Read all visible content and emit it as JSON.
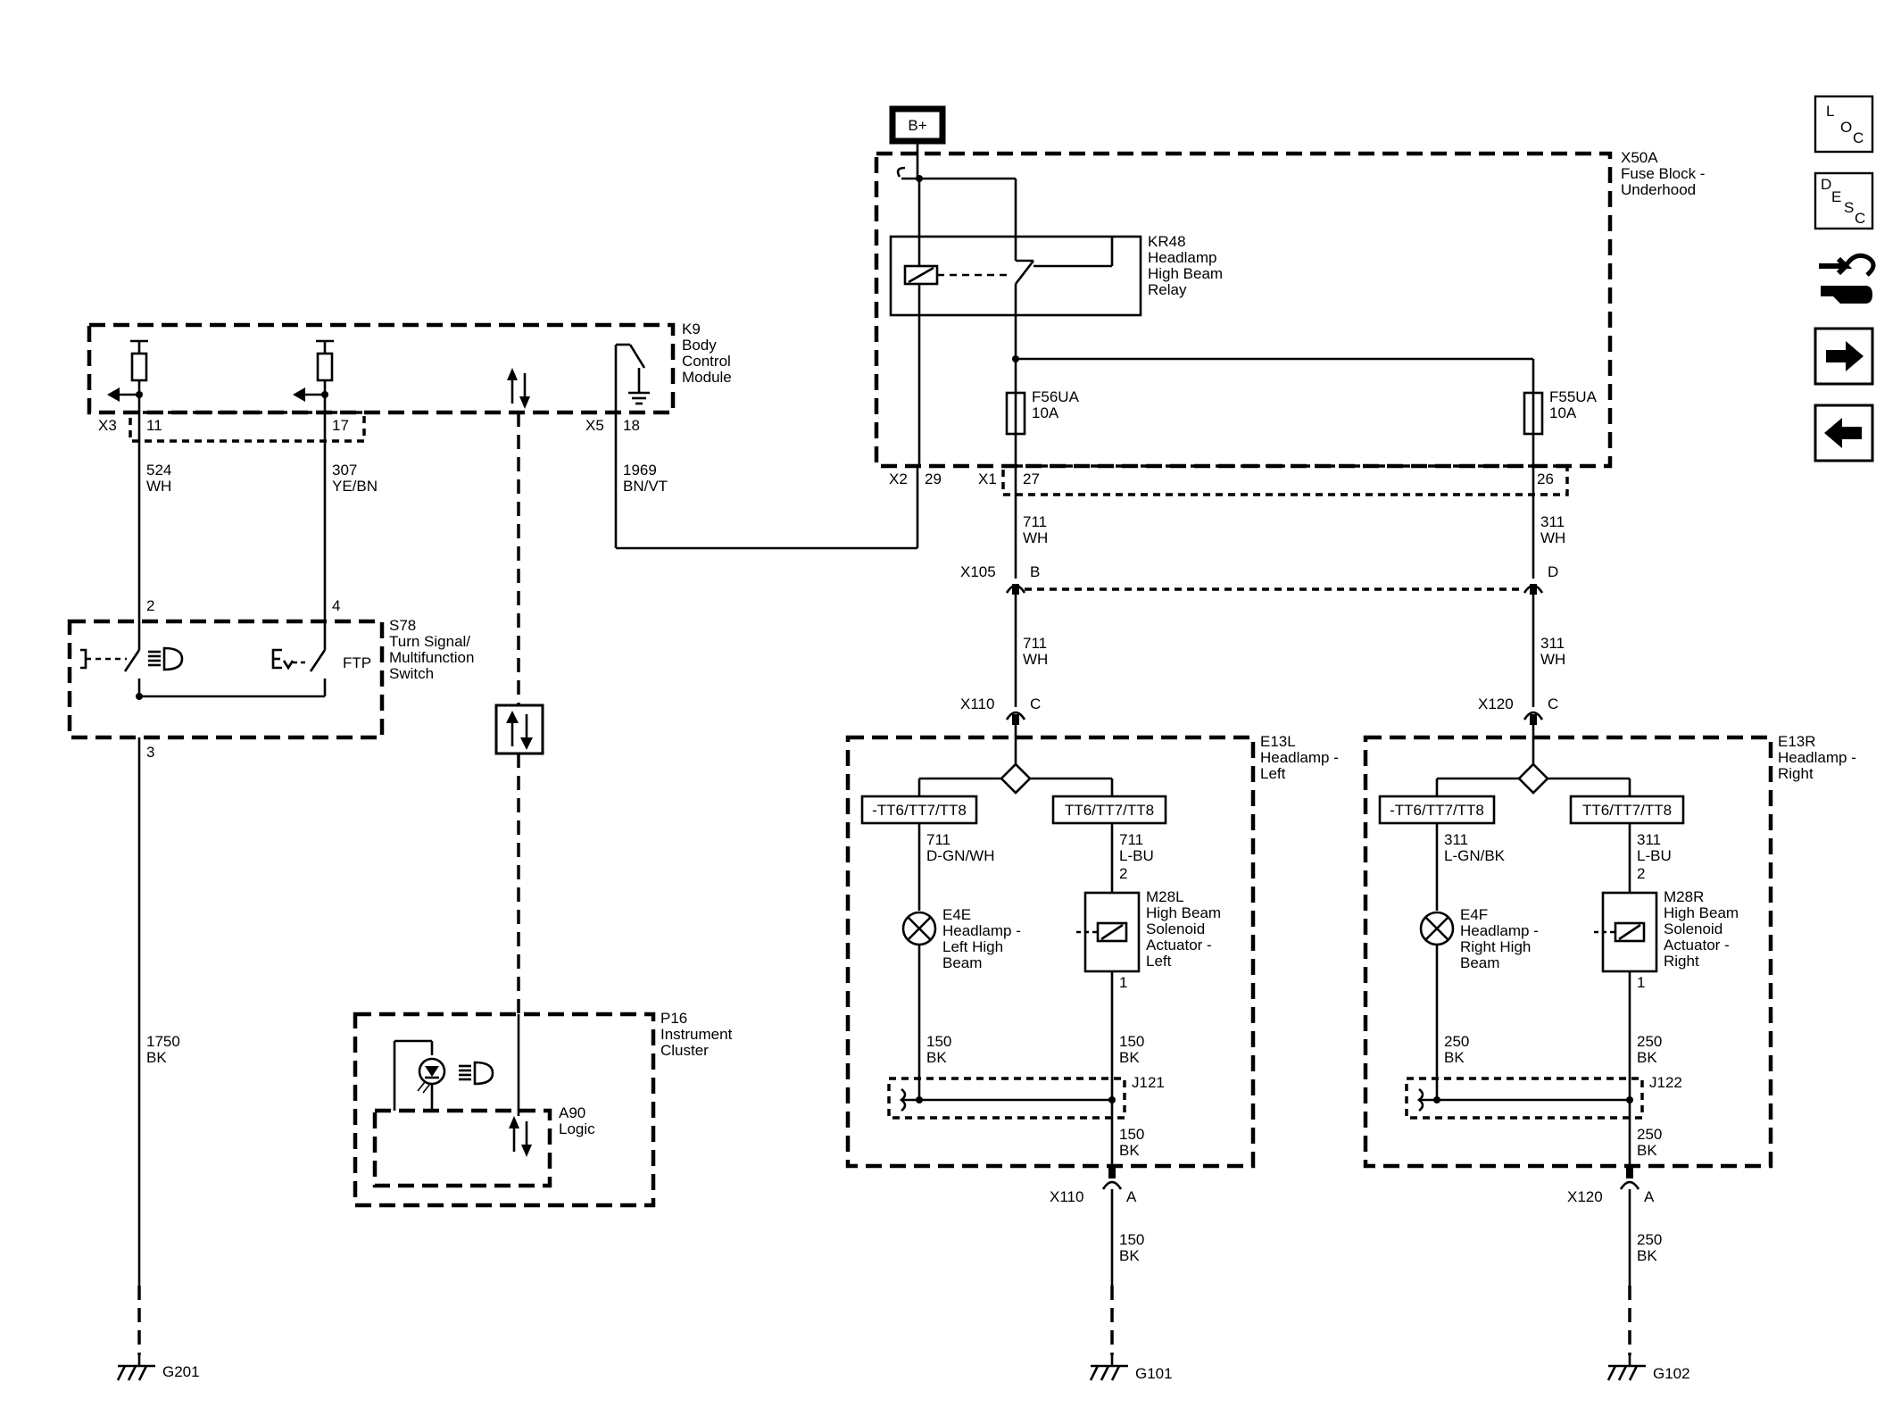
{
  "power": {
    "bplus": "B+"
  },
  "fuse_block": {
    "ref": "X50A",
    "l1": "Fuse Block -",
    "l2": "Underhood",
    "c_x2": "X2",
    "p29": "29",
    "c_x1": "X1",
    "p27": "27",
    "p26": "26"
  },
  "relay": {
    "ref": "KR48",
    "l1": "Headlamp",
    "l2": "High Beam",
    "l3": "Relay"
  },
  "fuses": [
    {
      "ref": "F56UA",
      "amp": "10A"
    },
    {
      "ref": "F55UA",
      "amp": "10A"
    }
  ],
  "bcm": {
    "ref": "K9",
    "l1": "Body",
    "l2": "Control",
    "l3": "Module",
    "c_x3": "X3",
    "p11": "11",
    "p17": "17",
    "c_x5": "X5",
    "p18": "18"
  },
  "wires": {
    "w524": "524",
    "c524": "WH",
    "w307": "307",
    "c307": "YE/BN",
    "w1969": "1969",
    "c1969": "BN/VT",
    "w711a": "711",
    "c711a": "WH",
    "w711b": "711",
    "c711b": "WH",
    "w311a": "311",
    "c311a": "WH",
    "w311b": "311",
    "c311b": "WH",
    "w1750": "1750",
    "c1750": "BK",
    "w711c": "711",
    "c711c": "D-GN/WH",
    "w711d": "711",
    "c711d": "L-BU",
    "w311c": "311",
    "c311c": "L-GN/BK",
    "w311d": "311",
    "c311d": "L-BU",
    "w150a": "150",
    "c150a": "BK",
    "w150b": "150",
    "c150b": "BK",
    "w150c": "150",
    "c150c": "BK",
    "w150d": "150",
    "c150d": "BK",
    "w250a": "250",
    "c250a": "BK",
    "w250b": "250",
    "c250b": "BK",
    "w250c": "250",
    "c250c": "BK",
    "w250d": "250",
    "c250d": "BK"
  },
  "connectors": {
    "x105": "X105",
    "x105b": "B",
    "x105d": "D",
    "x110": "X110",
    "x110c": "C",
    "x120": "X120",
    "x120c": "C",
    "x110b": "X110",
    "x110a": "A",
    "x120b": "X120",
    "x120a": "A"
  },
  "switch": {
    "ref": "S78",
    "l1": "Turn Signal/",
    "l2": "Multifunction",
    "l3": "Switch",
    "p2": "2",
    "p4": "4",
    "p3": "3",
    "ftp": "FTP"
  },
  "cluster": {
    "ref": "P16",
    "l1": "Instrument",
    "l2": "Cluster",
    "logic_ref": "A90",
    "logic": "Logic"
  },
  "headlamp_left": {
    "ref": "E13L",
    "l1": "Headlamp -",
    "l2": "Left",
    "opt_a": "-TT6/TT7/TT8",
    "opt_b": "TT6/TT7/TT8"
  },
  "headlamp_right": {
    "ref": "E13R",
    "l1": "Headlamp -",
    "l2": "Right",
    "opt_a": "-TT6/TT7/TT8",
    "opt_b": "TT6/TT7/TT8"
  },
  "lamp_left": {
    "ref": "E4E",
    "l1": "Headlamp -",
    "l2": "Left High",
    "l3": "Beam"
  },
  "lamp_right": {
    "ref": "E4F",
    "l1": "Headlamp -",
    "l2": "Right High",
    "l3": "Beam"
  },
  "actuator_left": {
    "ref": "M28L",
    "l1": "High Beam",
    "l2": "Solenoid",
    "l3": "Actuator -",
    "l4": "Left",
    "p2": "2",
    "p1": "1"
  },
  "actuator_right": {
    "ref": "M28R",
    "l1": "High Beam",
    "l2": "Solenoid",
    "l3": "Actuator -",
    "l4": "Right",
    "p2": "2",
    "p1": "1"
  },
  "splices": {
    "j121": "J121",
    "j122": "J122"
  },
  "grounds": {
    "g201": "G201",
    "g101": "G101",
    "g102": "G102"
  },
  "nav": {
    "loc": [
      "L",
      "O",
      "C"
    ],
    "desc": [
      "D",
      "E",
      "S",
      "C"
    ]
  }
}
